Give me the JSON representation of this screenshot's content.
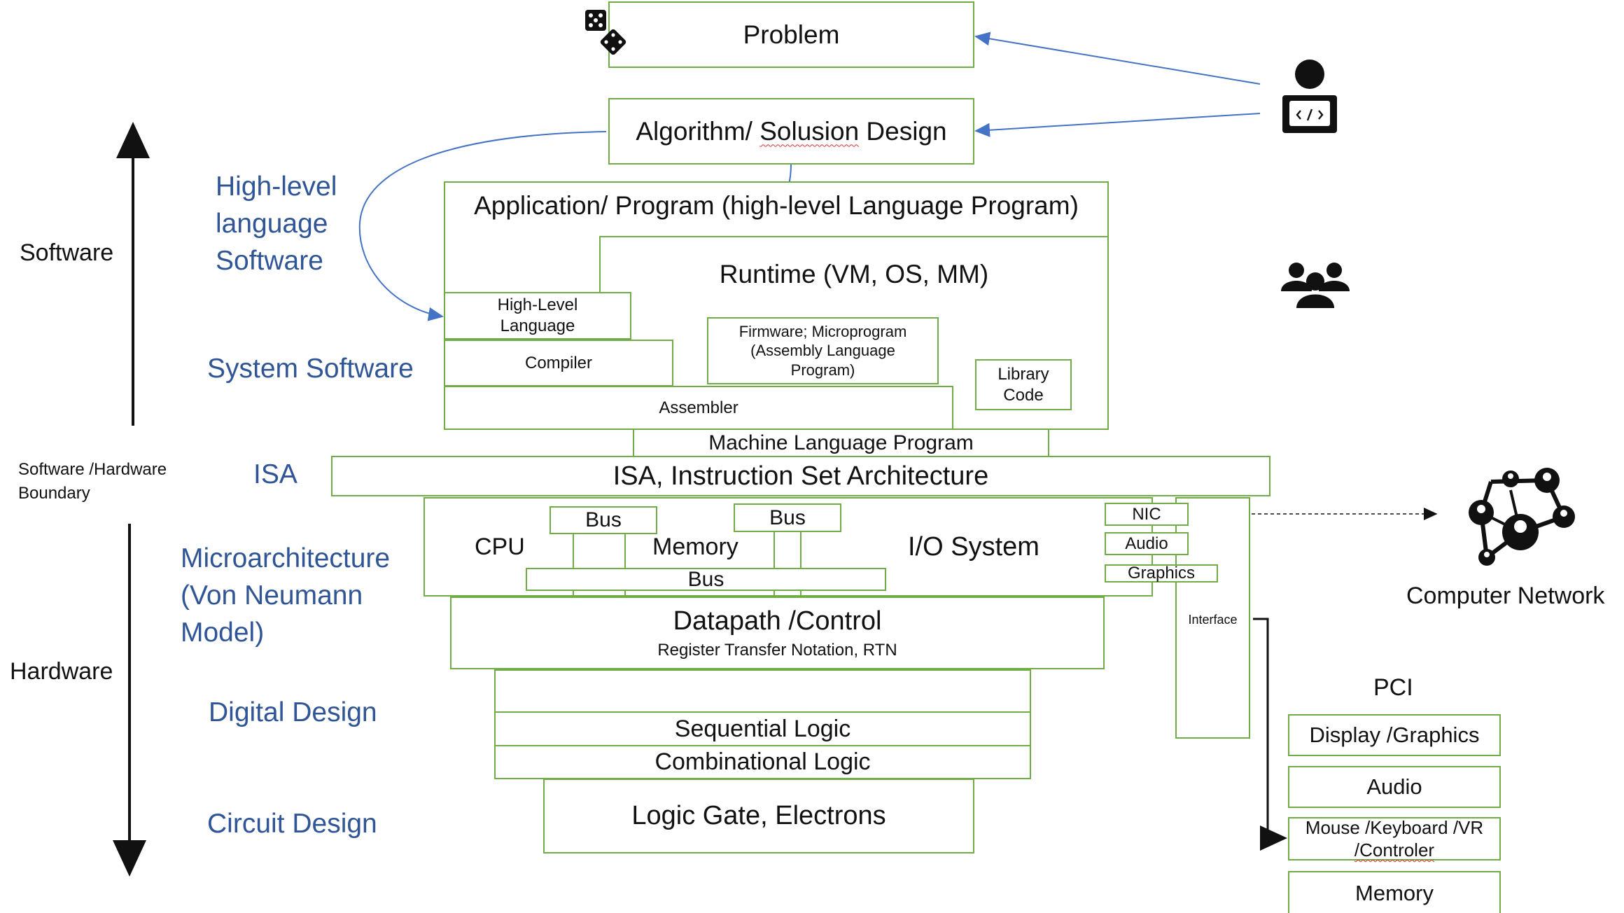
{
  "problem": "Problem",
  "algorithm": {
    "prefix": "Algorithm/ ",
    "misspelled": "Solusion",
    "suffix": " Design"
  },
  "application": "Application/ Program (high-level Language Program)",
  "runtime": "Runtime (VM, OS, MM)",
  "high_level_language": "High-Level\nLanguage",
  "compiler": "Compiler",
  "firmware": "Firmware; Microprogram\n(Assembly Language\nProgram)",
  "library_code": "Library\nCode",
  "assembler": "Assembler",
  "machine_language": "Machine Language Program",
  "isa_box": "ISA, Instruction Set Architecture",
  "hardware_units": {
    "cpu": "CPU",
    "memory": "Memory",
    "io_system": "I/O System",
    "bus_top_left": "Bus",
    "bus_top_right": "Bus",
    "bus_bottom": "Bus",
    "nic": "NIC",
    "audio": "Audio",
    "graphics": "Graphics",
    "interface": "Interface"
  },
  "datapath": {
    "title": "Datapath /Control",
    "subtitle": "Register Transfer Notation, RTN"
  },
  "sequential_logic": "Sequential Logic",
  "combinational_logic": "Combinational Logic",
  "logic_gate": "Logic Gate, Electrons",
  "left_axis": {
    "software": "Software",
    "boundary": "Software /Hardware\nBoundary",
    "hardware": "Hardware"
  },
  "level_labels": {
    "high_level": "High-level\nlanguage\nSoftware",
    "system_software": "System Software",
    "isa": "ISA",
    "microarchitecture": "Microarchitecture\n(Von Neumann\nModel)",
    "digital_design": "Digital Design",
    "circuit_design": "Circuit Design"
  },
  "network_label": "Computer Network",
  "pci": {
    "title": "PCI",
    "display": "Display /Graphics",
    "audio": "Audio",
    "mouse": {
      "line1": "Mouse /Keyboard /VR",
      "line2_misspelled": "/Controler"
    },
    "memory": "Memory"
  },
  "colors": {
    "box_border": "#70ad47",
    "level_label": "#2f5597",
    "arrow_blue": "#4472c4",
    "text": "#111111"
  },
  "icons": [
    "dice-icon",
    "developer-laptop-icon",
    "user-group-icon",
    "network-graph-icon"
  ]
}
